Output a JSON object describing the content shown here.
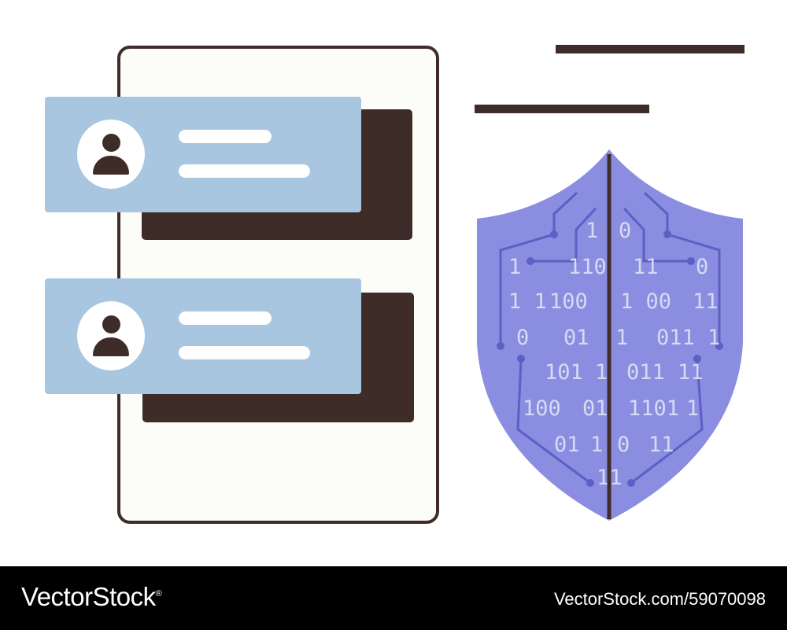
{
  "colors": {
    "outline": "#3e2c29",
    "device_fill": "#fcfcf8",
    "card_fill": "#a8c6df",
    "shield_fill": "#8a8de0",
    "circuit": "#5c5fc4",
    "binary_digits": "#d6dbf3",
    "footer_bg": "#000000",
    "footer_text": "#ffffff"
  },
  "icons": {
    "avatar": "user-avatar-icon",
    "shield": "shield-icon"
  },
  "shield": {
    "binary_rows": [
      [
        "1",
        "0"
      ],
      [
        "1",
        "110",
        "11",
        "0"
      ],
      [
        "1 1",
        "100",
        "1 00",
        "11"
      ],
      [
        "0",
        "01",
        "1",
        "011 1"
      ],
      [
        "101",
        "1",
        "011 11"
      ],
      [
        "100",
        "01",
        "1101",
        "1"
      ],
      [
        "01",
        "1",
        "0",
        "11"
      ],
      [
        "11"
      ]
    ]
  },
  "footer": {
    "brand": "VectorStock",
    "registered_mark": "®",
    "url": "VectorStock.com/59070098"
  }
}
